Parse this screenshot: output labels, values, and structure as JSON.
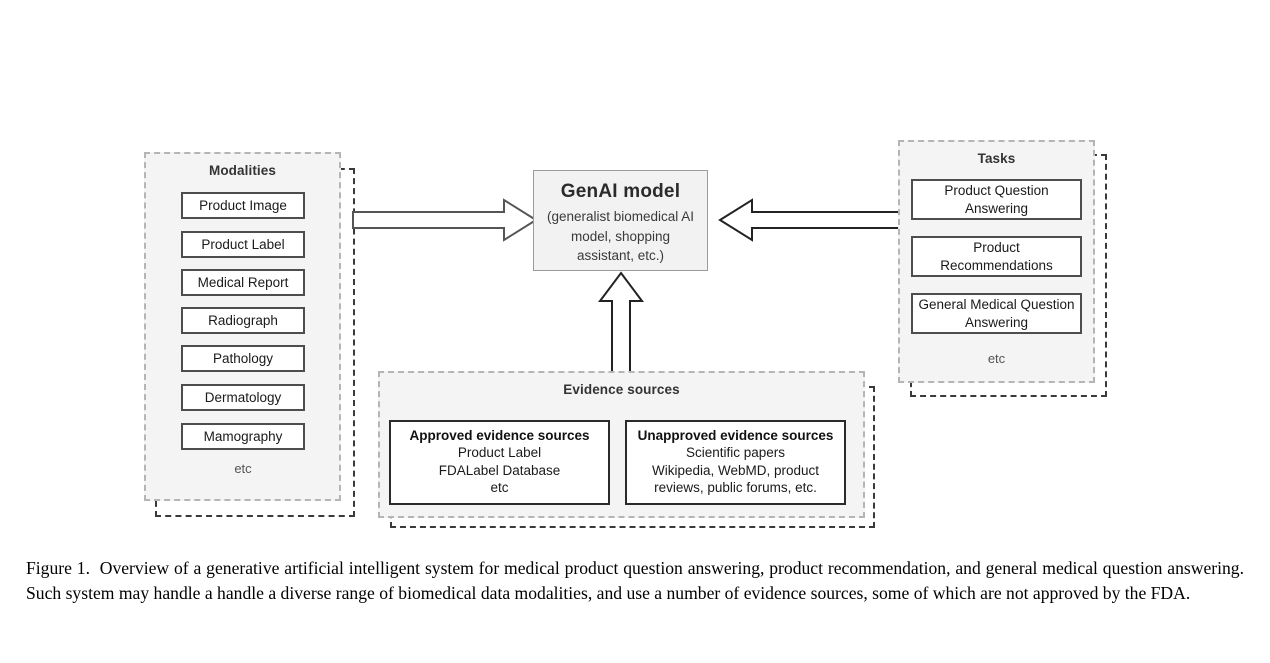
{
  "figure": {
    "caption_label": "Figure 1.",
    "caption_text": "Overview of a generative artificial intelligent system for medical product question answering, product recommendation, and general medical question answering. Such system may handle a handle a diverse range of biomedical data modalities, and use a number of evidence sources, some of which are not approved by the FDA."
  },
  "modalities": {
    "title": "Modalities",
    "items": [
      {
        "label": "Product Image"
      },
      {
        "label": "Product Label"
      },
      {
        "label": "Medical Report"
      },
      {
        "label": "Radiograph"
      },
      {
        "label": "Pathology"
      },
      {
        "label": "Dermatology"
      },
      {
        "label": "Mamography"
      }
    ],
    "etc": "etc"
  },
  "model": {
    "title": "GenAI model",
    "subtitle": "(generalist biomedical AI model, shopping assistant, etc.)"
  },
  "tasks": {
    "title": "Tasks",
    "items": [
      {
        "label": "Product Question Answering"
      },
      {
        "label": "Product Recommendations"
      },
      {
        "label": "General Medical Question Answering"
      }
    ],
    "etc": "etc"
  },
  "evidence": {
    "title": "Evidence sources",
    "approved": {
      "heading": "Approved evidence sources",
      "lines": [
        "Product Label",
        "FDALabel Database",
        "etc"
      ]
    },
    "unapproved": {
      "heading": "Unapproved evidence sources",
      "lines": [
        "Scientific papers",
        "Wikipedia, WebMD, product",
        "reviews, public forums, etc."
      ]
    }
  },
  "arrows": {
    "modalities_to_model": "arrow-right",
    "tasks_to_model": "arrow-left",
    "evidence_to_model": "arrow-up"
  },
  "colors": {
    "panel_fill": "#f4f4f4",
    "panel_dash_border": "#b5b5b9",
    "outer_dash_border": "#3a3a3a",
    "item_border": "#4d4d4d",
    "model_fill": "#f2f2f2",
    "model_border": "#9b9b9b",
    "arrow_stroke": "#555555",
    "arrow_stroke_dark": "#222222",
    "text": "#1a1a1a"
  }
}
